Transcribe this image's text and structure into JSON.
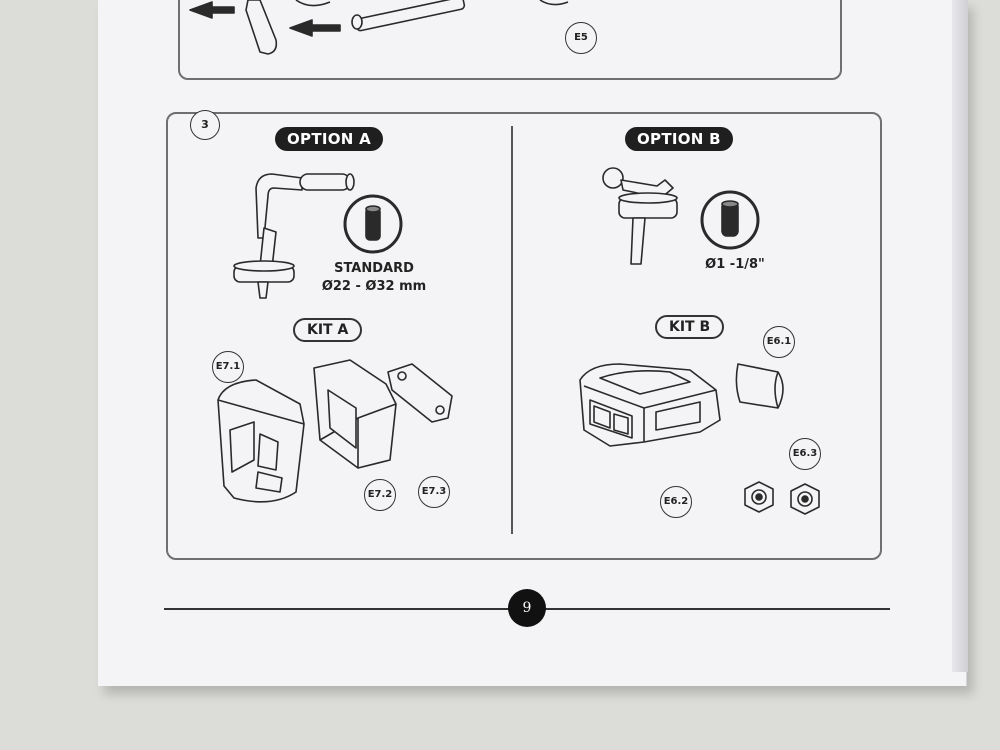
{
  "top_step": {
    "part_label": "E5"
  },
  "step": {
    "number": "3"
  },
  "option_a": {
    "title": "OPTION A",
    "spec_line1": "STANDARD",
    "spec_line2": "Ø22 - Ø32 mm",
    "kit_label": "KIT A",
    "parts": [
      "E7.1",
      "E7.2",
      "E7.3"
    ]
  },
  "option_b": {
    "title": "OPTION B",
    "spec_line1": "Ø1 -1/8\"",
    "kit_label": "KIT B",
    "parts": [
      "E6.1",
      "E6.2",
      "E6.3"
    ]
  },
  "footer": {
    "page_number": "9"
  }
}
